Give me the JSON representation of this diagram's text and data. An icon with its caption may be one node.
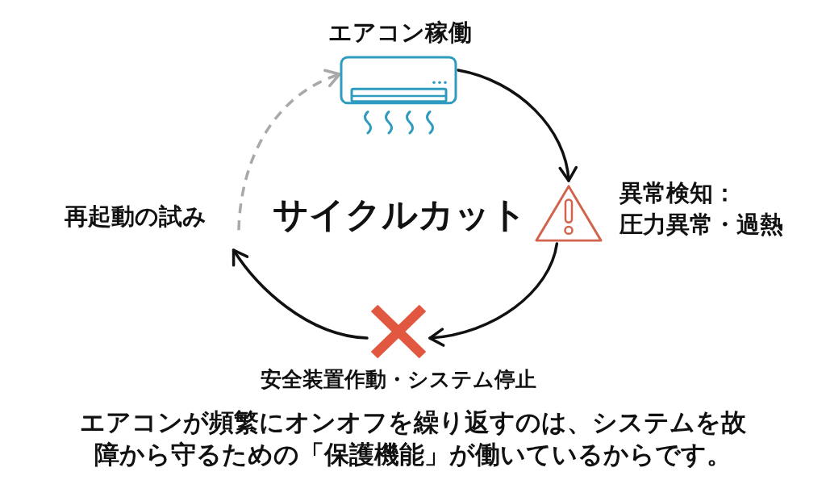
{
  "diagram": {
    "title": "サイクルカット",
    "caption": "エアコンが頻繁にオンオフを繰り返すのは、システムを故障から守るための「保護機能」が働いているからです。",
    "nodes": [
      {
        "text": [],
        "shape": "picture",
        "beside": [
          "エアコン稼働"
        ]
      },
      {
        "text": [],
        "shape": "triangle",
        "beside": [
          "異常検知：",
          "圧力異常・過熱"
        ]
      },
      {
        "text": [],
        "shape": "cross",
        "beside": [
          "安全装置作動・システム停止"
        ]
      },
      {
        "text": [
          "再起動の試み"
        ]
      }
    ],
    "edges": [
      {
        "from": 0,
        "to": 1,
        "arrow": "to"
      },
      {
        "from": 1,
        "to": 2,
        "arrow": "to"
      },
      {
        "from": 2,
        "to": 3,
        "arrow": "to"
      },
      {
        "from": 3,
        "to": 0,
        "arrow": "to",
        "style": "dashed",
        "color": "#a9a9a9"
      }
    ]
  }
}
